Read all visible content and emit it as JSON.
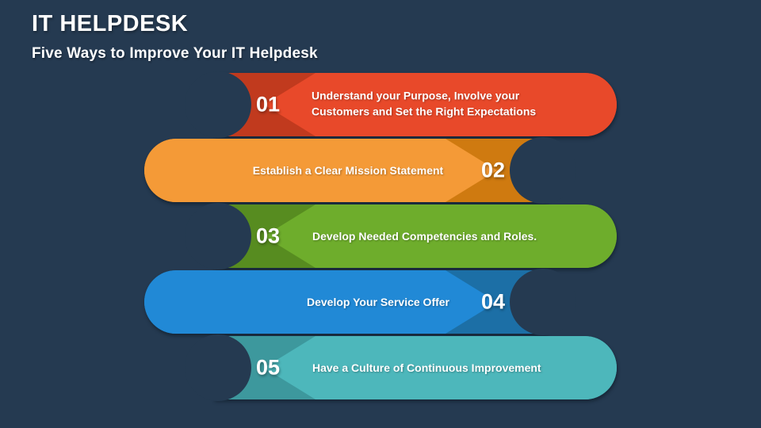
{
  "slide": {
    "title": "IT HELPDESK",
    "subtitle": "Five Ways to Improve Your IT Helpdesk",
    "background_color": "#253a51",
    "text_color": "#ffffff"
  },
  "items": [
    {
      "number": "01",
      "text": "Understand your Purpose, Involve your\nCustomers and Set the Right Expectations",
      "color": "#e8492a",
      "shade": "#c13a1e"
    },
    {
      "number": "02",
      "text": "Establish a Clear Mission Statement",
      "color": "#f49a37",
      "shade": "#cf7a10"
    },
    {
      "number": "03",
      "text": "Develop Needed Competencies and Roles.",
      "color": "#6ead2c",
      "shade": "#578c20"
    },
    {
      "number": "04",
      "text": "Develop Your Service Offer",
      "color": "#2189d6",
      "shade": "#1c6fa6"
    },
    {
      "number": "05",
      "text": "Have a Culture of Continuous Improvement",
      "color": "#4db7bb",
      "shade": "#3d989d"
    }
  ]
}
